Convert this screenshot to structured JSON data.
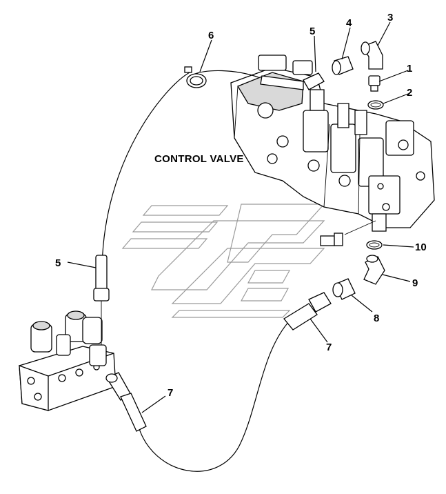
{
  "title": "CONTROL VALVE",
  "callouts": {
    "c1": "1",
    "c2": "2",
    "c3": "3",
    "c4": "4",
    "c5_top": "5",
    "c5_left": "5",
    "c6": "6",
    "c7_right": "7",
    "c7_bottom": "7",
    "c8": "8",
    "c9": "9",
    "c10": "10"
  }
}
